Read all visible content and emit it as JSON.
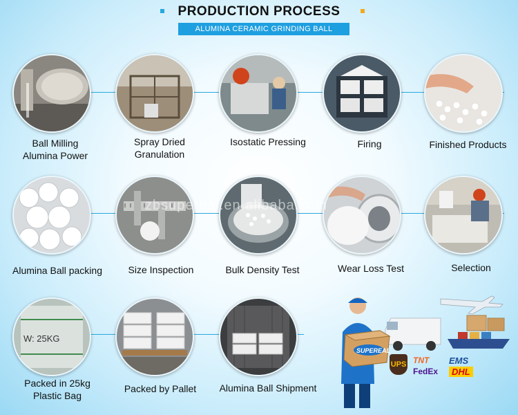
{
  "header": {
    "title": "PRODUCTION PROCESS",
    "subtitle": "ALUMINA CERAMIC GRINDING  BALL"
  },
  "watermark": "zbsupereal.en.alibaba.com",
  "steps": [
    {
      "label_lines": [
        "Ball Milling",
        "Alumina Power"
      ]
    },
    {
      "label_lines": [
        "Spray Dried",
        "Granulation"
      ]
    },
    {
      "label_lines": [
        "Isostatic Pressing"
      ]
    },
    {
      "label_lines": [
        "Firing"
      ]
    },
    {
      "label_lines": [
        "Finished Products"
      ]
    },
    {
      "label_lines": [
        "Alumina Ball packing"
      ]
    },
    {
      "label_lines": [
        "Size Inspection"
      ]
    },
    {
      "label_lines": [
        "Bulk Density Test"
      ]
    },
    {
      "label_lines": [
        "Wear Loss Test"
      ]
    },
    {
      "label_lines": [
        "Selection"
      ]
    },
    {
      "label_lines": [
        "Packed in 25kg",
        "Plastic Bag"
      ]
    },
    {
      "label_lines": [
        "Packed by Pallet"
      ]
    },
    {
      "label_lines": [
        "Alumina Ball Shipment"
      ]
    }
  ],
  "courier": {
    "box_brand": "SUPEREAL",
    "bag_text": "W: 25KG",
    "logos": [
      "UPS",
      "TNT",
      "EMS",
      "FedEx",
      "DHL"
    ]
  },
  "colors": {
    "accent_blue": "#1e9fe0",
    "accent_orange": "#f2a91d"
  }
}
